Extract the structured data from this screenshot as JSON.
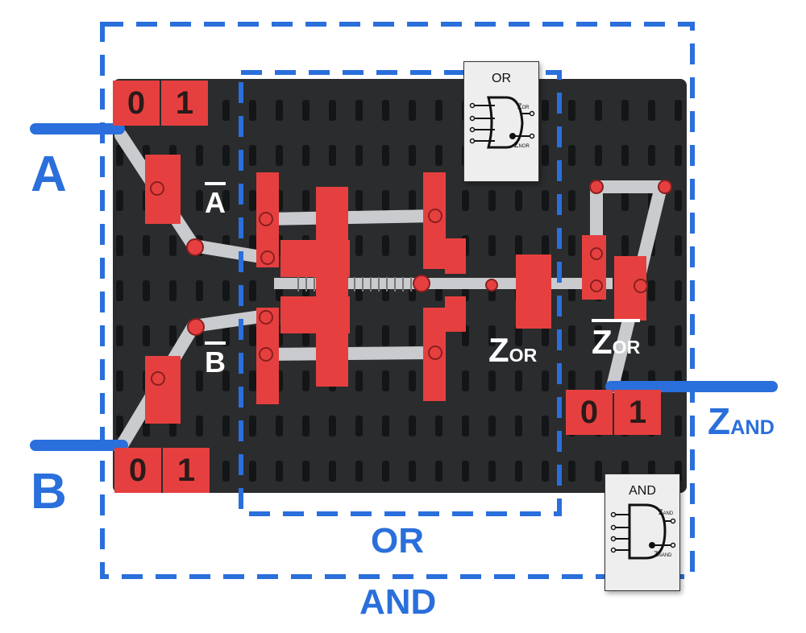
{
  "inputs": {
    "a": "A",
    "a_bar": "A",
    "b": "B",
    "b_bar": "B"
  },
  "switch_a": {
    "zero": "0",
    "one": "1"
  },
  "switch_b": {
    "zero": "0",
    "one": "1"
  },
  "switch_out": {
    "zero": "0",
    "one": "1"
  },
  "outputs": {
    "z_or_main": "Z",
    "z_or_sub": "OR",
    "z_or_bar_main": "Z",
    "z_or_bar_sub": "OR",
    "z_and_main": "Z",
    "z_and_sub": "AND"
  },
  "regions": {
    "or_label": "OR",
    "and_label": "AND"
  },
  "or_card": {
    "title": "OR",
    "out1": "Z",
    "out1_sub": "OR",
    "out2": "Z",
    "out2_sub": "NOR"
  },
  "and_card": {
    "title": "AND",
    "out1": "Z",
    "out1_sub": "AND",
    "out2": "Z",
    "out2_sub": "NAND"
  },
  "colors": {
    "accent_blue": "#2a6fdb",
    "board": "#2b2c2e",
    "part_red": "#e5403f",
    "rod_grey": "#c9cbce"
  }
}
